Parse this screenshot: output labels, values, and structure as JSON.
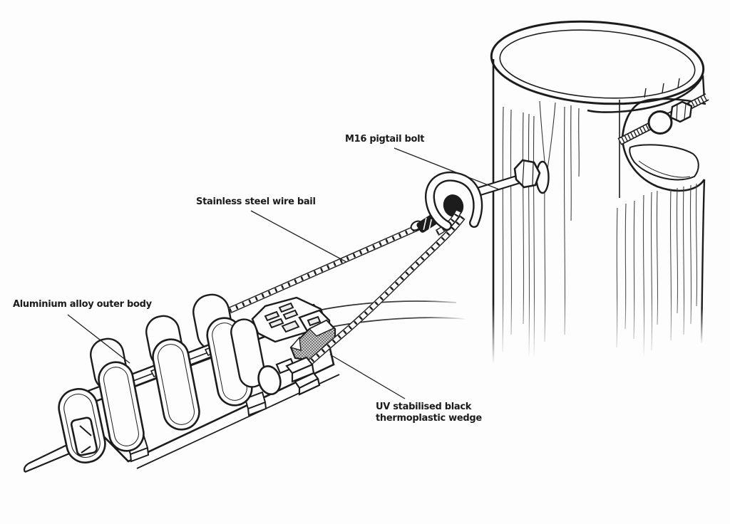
{
  "figure": {
    "type": "technical-line-illustration",
    "subject": "wedge clamp anchored to wooden pole",
    "background": "#fdfdfd",
    "ink": "#1c1c1c",
    "labels": {
      "pigtail_bolt": "M16 pigtail bolt",
      "wire_bail": "Stainless steel wire bail",
      "outer_body": "Aluminium alloy outer body",
      "wedge_line1": "UV stabilised black",
      "wedge_line2": "thermoplastic wedge"
    }
  }
}
